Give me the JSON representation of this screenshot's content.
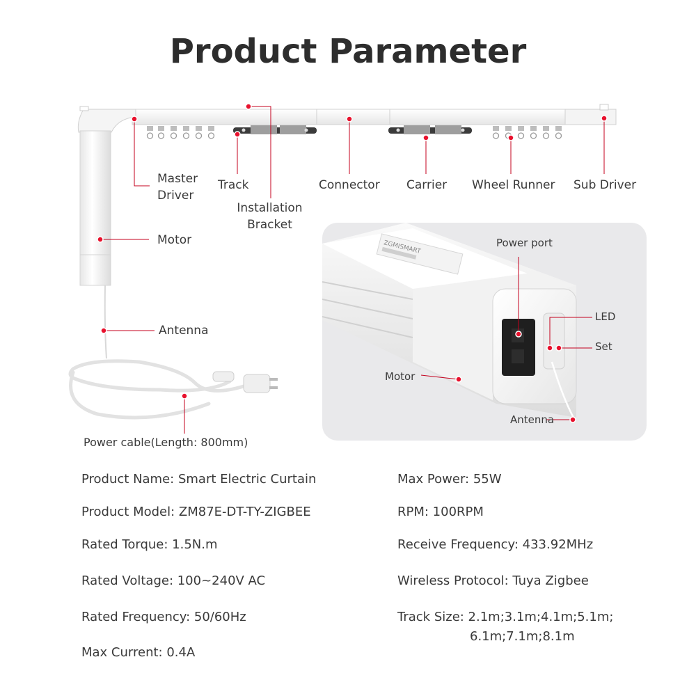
{
  "title": "Product Parameter",
  "diagram_labels": {
    "master_driver": [
      "Master",
      "Driver"
    ],
    "track": "Track",
    "installation_bracket": [
      "Installation",
      "Bracket"
    ],
    "connector": "Connector",
    "carrier": "Carrier",
    "wheel_runner": "Wheel Runner",
    "sub_driver": "Sub Driver",
    "motor": "Motor",
    "antenna": "Antenna",
    "power_cable": "Power cable(Length: 800mm)"
  },
  "photo_labels": {
    "power_port": "Power port",
    "led": "LED",
    "set": "Set",
    "motor": "Motor",
    "antenna": "Antenna",
    "brand": "ZGMISMART"
  },
  "specs_left": [
    "Product Name: Smart Electric Curtain",
    "Product Model: ZM87E-DT-TY-ZIGBEE",
    "Rated Torque: 1.5N.m",
    "Rated Voltage: 100~240V AC",
    "Rated Frequency: 50/60Hz",
    "Max Current: 0.4A"
  ],
  "specs_right": [
    "Max Power: 55W",
    "RPM: 100RPM",
    "Receive Frequency: 433.92MHz",
    "Wireless Protocol: Tuya Zigbee",
    "Track Size: 2.1m;3.1m;4.1m;5.1m;",
    "6.1m;7.1m;8.1m"
  ],
  "colors": {
    "accent": "#e8112d",
    "leader": "#c4001d",
    "text": "#3a3a3a",
    "title": "#2d2d2d"
  }
}
